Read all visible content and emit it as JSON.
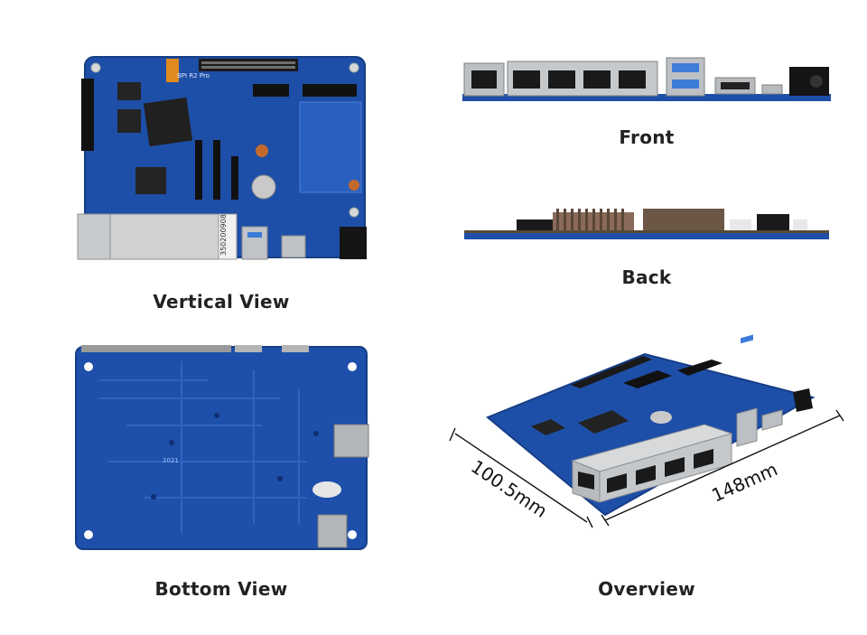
{
  "views": {
    "vertical": {
      "label": "Vertical View",
      "board_text": "BPI R2 Pro",
      "serial": "350200908"
    },
    "front": {
      "label": "Front"
    },
    "back": {
      "label": "Back"
    },
    "bottom": {
      "label": "Bottom View",
      "marking": "2021"
    },
    "overview": {
      "label": "Overview",
      "width_dim": "100.5mm",
      "length_dim": "148mm"
    }
  },
  "colors": {
    "pcb": "#1e4fa8",
    "pcb_dark": "#163d86",
    "metal": "#b9bcbf",
    "black": "#161616"
  }
}
